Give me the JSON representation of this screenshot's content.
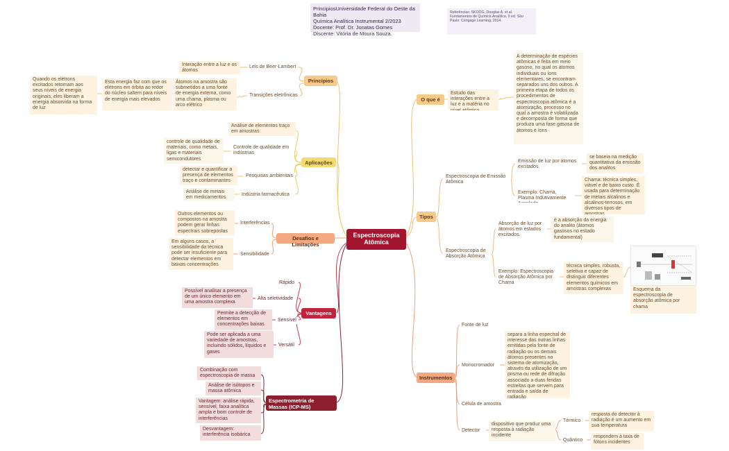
{
  "header": {
    "line1": "PrincipiosUniversidade Federal do Oeste da Bahia",
    "line2": "Química Analítica Instrumental 2/2023",
    "line3": "Docente: Prof. Dr. Jonatas Gomes",
    "line4": "Discente: Vitória de Moura Souza."
  },
  "references": "Referências: SKOOG, Douglas A. et al. Fundamentos de Química Analítica. 9 ed. São Paulo: Cengage Learning, 2014.",
  "center": "Espectroscopia Atômica",
  "principios": {
    "label": "Princípios",
    "beer": "Leis de Beer-Lambert",
    "beer_desc": "Interação entre a luz e os átomos",
    "trans": "Transições eletrônicas",
    "trans_desc1": "Átomos na amostra são submetidos a uma fonte de energia externa, como uma chama, plasma ou arco elétrico",
    "trans_desc2": "Esta energia faz com que os elétrons em órbita ao redor do núcleo saltem para níveis de energia mais elevados",
    "trans_desc3": "Quando os elétrons excitados retornam aos seus níveis de energia originais, eles liberam a energia absorvida na forma de luz"
  },
  "aplicacoes": {
    "label": "Aplicações",
    "a1": "Análise de elementos traço em amostras",
    "a2": "Controle de qualidade em indústrias",
    "a2_desc": "controle de qualidade de materiais, como metais, ligas e materiais semicondutores",
    "a3": "Pesquisas ambientais",
    "a3_desc": "detectar e quantificar a presença de elementos traço e contaminantes",
    "a4": "Indústria farmacêutica",
    "a4_desc": "Análise de metais em medicamentos"
  },
  "desafios": {
    "label": "Desafios e Limitações",
    "d1": "Interferências",
    "d1_desc": "Outros elementos ou compostos na amostra podem gerar linhas espectrais sobrepostas",
    "d2": "Sensibilidade",
    "d2_desc": "Em alguns casos, a sensibilidade da técnica pode ser insuficiente para detectar elementos em baixas concentrações"
  },
  "vantagens": {
    "label": "Vantagens",
    "v1": "Rápido",
    "v2": "Alta seletividade",
    "v2_desc": "Possível analisar a presença de um único elemento em uma amostra complexa",
    "v3": "Sensível",
    "v3_desc": "Permite a detecção de elementos em concentrações baixas",
    "v4": "Versátil",
    "v4_desc": "Pode ser aplicada a uma variedade de amostras, incluindo sólidos, líquidos e gases"
  },
  "icpms": {
    "label": "Espectrometria de Massas (ICP-MS)",
    "i1": "Combinação com espectroscopia de massa",
    "i2": "Análise de isótopos e massa atômica",
    "i3": "Vantagem: análise rápida, sensível, faixa analítica ampla e bom controle de interferências",
    "i4": "Desvantagem: interferência isobárica"
  },
  "oque": {
    "label": "O que é",
    "desc": "Estudo das interações entre a luz e a matéria no nível atômico",
    "long": "A determinação de espécies atômicas é feita em meio gasoso, no qual os átomos individuais ou íons elementares, se encontram separados uns dos outros. A primeira etapa de todos os procedimentos de espectroscopia atômica é a atomização, processo no qual a amostra é volatilizada e decomposta de forma que produza uma fase gasosa de átomos e íons"
  },
  "tipos": {
    "label": "Tipos",
    "emissao": "Espectroscopia de Emissão Atômica",
    "em1": "Emissão de luz por átomos excitados.",
    "em1_desc": "se baseia na medição quantitativa da emissão dos analitos",
    "em2": "Exemplo: Chama, Plasma Indutivamente Acoplado",
    "em2_desc": "Chama: técnica simples, viável e de baixo custo. É usada para determinação de metais alcalinos e alcalinos-terrosos, em diversos tipos de amostras",
    "absorcao": "Espectroscopia de Absorção Atômica",
    "ab1": "Absorção de luz por átomos em estados excitados.",
    "ab1_desc": "é a absorção da energia do analito (átomos gasosos no estado fundamental)",
    "ab2": "Exemplo: Espectroscopia de Absorção Atômica por Chama",
    "ab2_desc": "técnica simples, robusta, seletiva e capaz de distinguir diferentes elementos químicos em amostras complexas",
    "img_caption": "Esquema da espectroscopia de absorção atômica por chama"
  },
  "instrumentos": {
    "label": "Instrumentos",
    "fonte": "Fonte de luz",
    "mono": "Monocromador",
    "mono_desc": "separa a linha espectral de interesse das outras linhas emitidas pela fonte de radiação ou os demais átomos presentes no sistema de atomização, através da utilização de um prisma ou rede de difração associado a duas fendas estreitas que servem para entrada e saída de radiação",
    "celula": "Célula de amostra",
    "detector": "Detector",
    "det_desc": "dispositivo que produz uma resposta à radiação incidente",
    "termico": "Térmico",
    "termico_desc": "resposta do detector à radiação é um aumento em sua temperatura",
    "quantico": "Quântico",
    "quantico_desc": "respondem à taxa de fótons incidentes"
  },
  "colors": {
    "center": "#a31630",
    "orange": "#f7c98a",
    "yellow": "#f4d870",
    "salmon": "#f4a882",
    "crimson": "#c0233b",
    "wine": "#8e1f2f"
  }
}
